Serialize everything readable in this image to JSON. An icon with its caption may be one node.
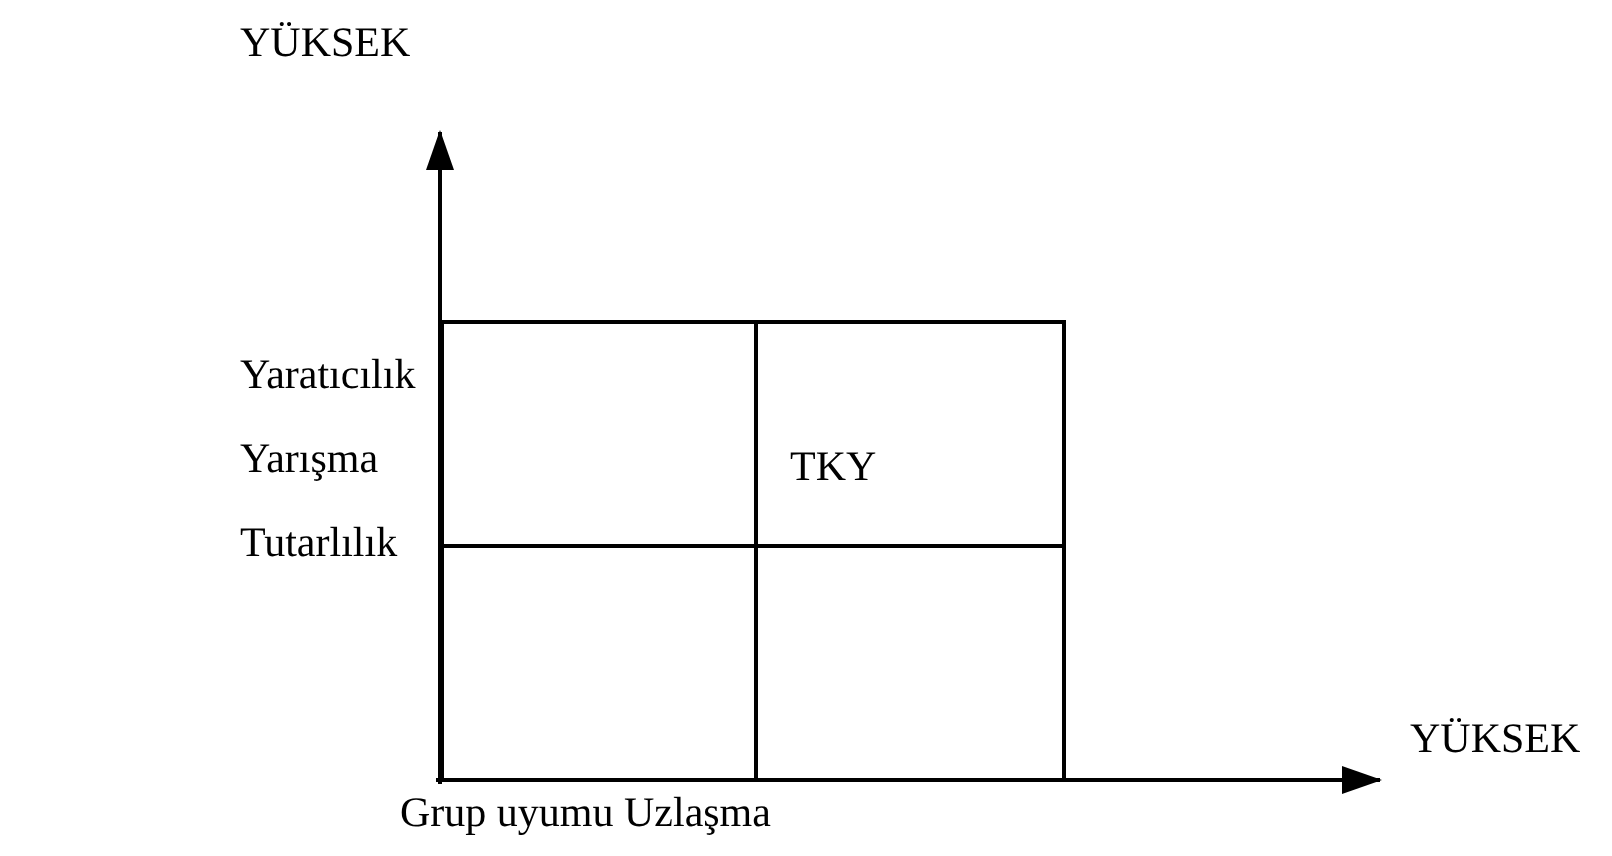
{
  "diagram": {
    "nodes": [
      {
        "text": [],
        "shape": "box"
      },
      {
        "text": [
          "TKY"
        ]
      },
      {
        "text": [],
        "shape": "box"
      },
      {
        "text": [],
        "shape": "box"
      }
    ],
    "labels": [
      "YÜKSEK",
      "Yaratıcılık",
      "Yarışma",
      "Tutarlılık",
      "YÜKSEK",
      "Grup uyumu Uzlaşma"
    ]
  }
}
